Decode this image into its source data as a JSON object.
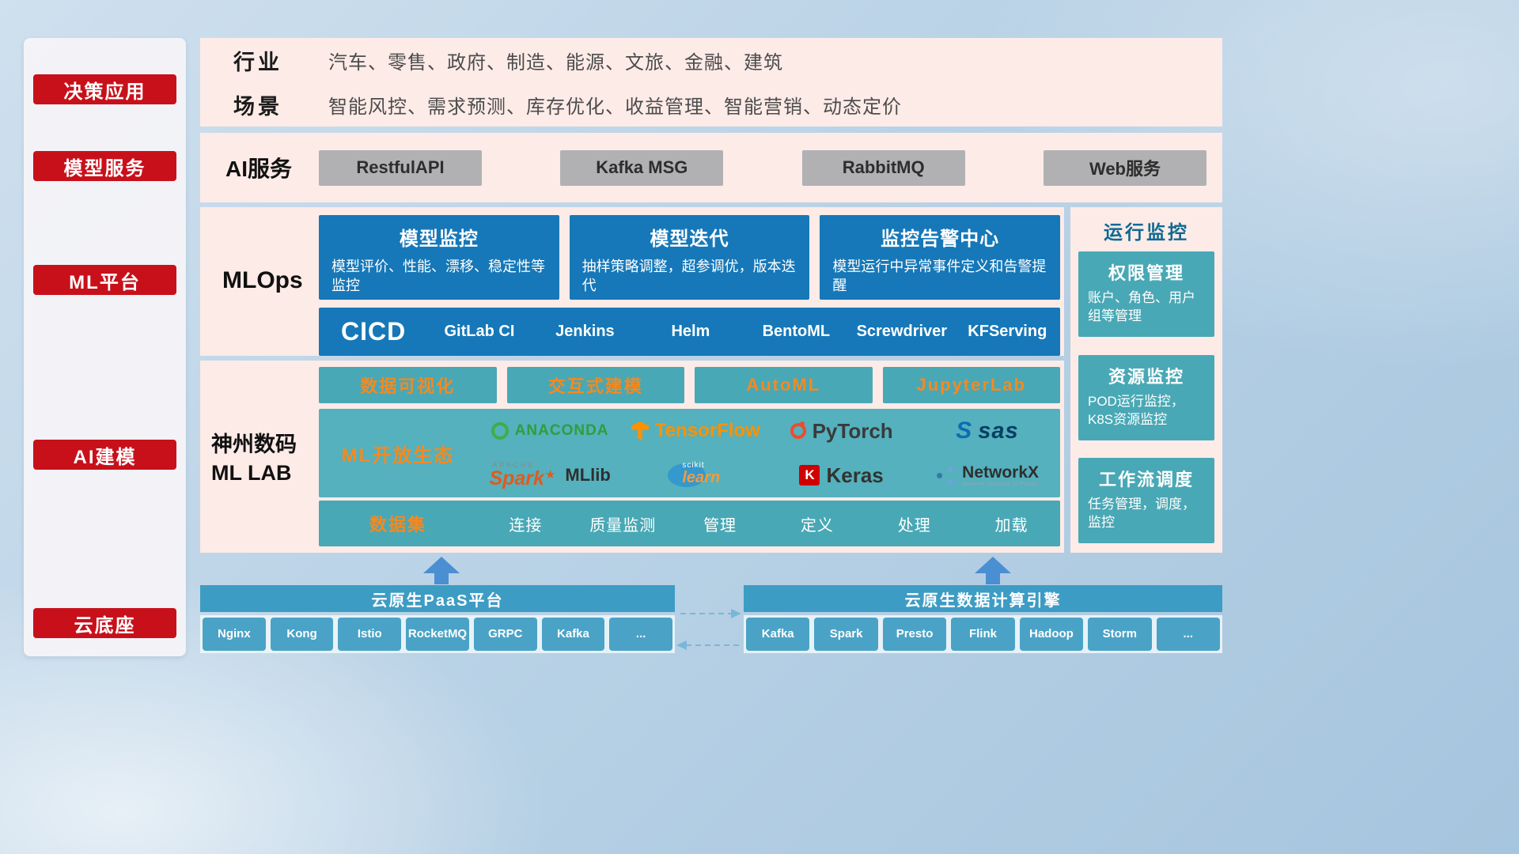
{
  "colors": {
    "accent_red": "#c8101b",
    "panel_pink": "#fdebe7",
    "deep_blue": "#1678b8",
    "teal": "#49a8b5",
    "orange": "#f5891f",
    "bar_blue": "#3d9cc4"
  },
  "left_rail": {
    "items": [
      {
        "label": "决策应用"
      },
      {
        "label": "模型服务"
      },
      {
        "label": "ML平台"
      },
      {
        "label": "AI建模"
      },
      {
        "label": "云底座"
      }
    ]
  },
  "overview": {
    "rows": [
      {
        "label": "行业",
        "value": "汽车、零售、政府、制造、能源、文旅、金融、建筑"
      },
      {
        "label": "场景",
        "value": "智能风控、需求预测、库存优化、收益管理、智能营销、动态定价"
      }
    ]
  },
  "ai_service": {
    "label": "AI服务",
    "items": [
      "RestfulAPI",
      "Kafka MSG",
      "RabbitMQ",
      "Web服务"
    ]
  },
  "mlops": {
    "label": "MLOps",
    "cards": [
      {
        "title": "模型监控",
        "desc": "模型评价、性能、漂移、稳定性等监控"
      },
      {
        "title": "模型迭代",
        "desc": "抽样策略调整，超参调优，版本迭代"
      },
      {
        "title": "监控告警中心",
        "desc": "模型运行中异常事件定义和告警提醒"
      }
    ],
    "cicd": {
      "label": "CICD",
      "items": [
        "GitLab CI",
        "Jenkins",
        "Helm",
        "BentoML",
        "Screwdriver",
        "KFServing"
      ]
    }
  },
  "mllab": {
    "label_line1": "神州数码",
    "label_line2": "ML LAB",
    "tools": [
      "数据可视化",
      "交互式建模",
      "AutoML",
      "JupyterLab"
    ],
    "ecosystem": {
      "label": "ML开放生态",
      "logos": [
        {
          "name": "anaconda",
          "text": "ANACONDA"
        },
        {
          "name": "tensorflow",
          "text": "TensorFlow"
        },
        {
          "name": "pytorch",
          "text": "PyTorch"
        },
        {
          "name": "sas",
          "icon_letter": "S",
          "text": "sas"
        },
        {
          "name": "spark-mllib",
          "sub": "APACHE",
          "text": "Spark",
          "star": "★",
          "text2": "MLlib"
        },
        {
          "name": "scikit-learn",
          "sub": "scikit",
          "text": "learn"
        },
        {
          "name": "keras",
          "icon_letter": "K",
          "text": "Keras"
        },
        {
          "name": "networkx",
          "text": "NetworkX",
          "sub": "Network Analysis in Python"
        }
      ]
    },
    "dataset": {
      "label": "数据集",
      "items": [
        "连接",
        "质量监测",
        "管理",
        "定义",
        "处理",
        "加载"
      ]
    }
  },
  "monitoring": {
    "title": "运行监控",
    "cards": [
      {
        "title": "权限管理",
        "desc": "账户、角色、用户组等管理"
      },
      {
        "title": "资源监控",
        "desc": "POD运行监控，K8S资源监控"
      },
      {
        "title": "工作流调度",
        "desc": "任务管理，调度，监控"
      }
    ]
  },
  "cloud_base": {
    "paas": {
      "title": "云原生PaaS平台",
      "items": [
        "Nginx",
        "Kong",
        "Istio",
        "RocketMQ",
        "GRPC",
        "Kafka",
        "..."
      ]
    },
    "engine": {
      "title": "云原生数据计算引擎",
      "items": [
        "Kafka",
        "Spark",
        "Presto",
        "Flink",
        "Hadoop",
        "Storm",
        "..."
      ]
    }
  }
}
